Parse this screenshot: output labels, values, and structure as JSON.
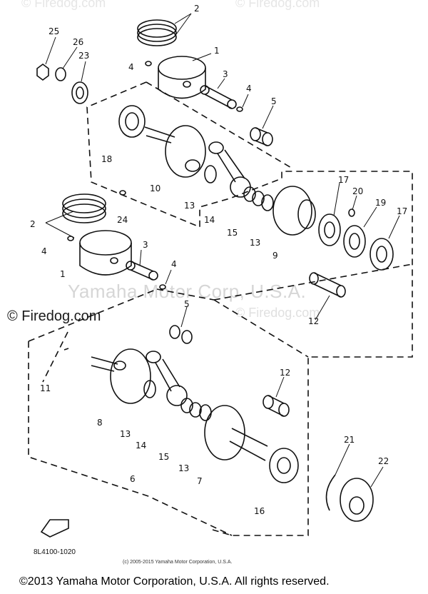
{
  "watermarks": {
    "top_left": "© Firedog.com",
    "top_right": "© Firedog.com",
    "center": "Yamaha Motor Corp, U.S.A.",
    "left": "© Firedog.com",
    "mid": "© Firedog.com"
  },
  "diagram_code": "8L4100-1020",
  "small_copyright": "(c) 2005-2015 Yamaha Motor Corporation, U.S.A.",
  "footer": "©2013 Yamaha Motor Corporation, U.S.A. All rights reserved.",
  "callouts": {
    "n1": "1",
    "n2": "2",
    "n3": "3",
    "n4": "4",
    "n5": "5",
    "n6": "6",
    "n7": "7",
    "n8": "8",
    "n9": "9",
    "n10": "10",
    "n11": "11",
    "n12": "12",
    "n13": "13",
    "n14": "14",
    "n15": "15",
    "n16": "16",
    "n17": "17",
    "n18": "18",
    "n19": "19",
    "n20": "20",
    "n21": "21",
    "n22": "22",
    "n23": "23",
    "n24": "24",
    "n25": "25",
    "n26": "26"
  }
}
